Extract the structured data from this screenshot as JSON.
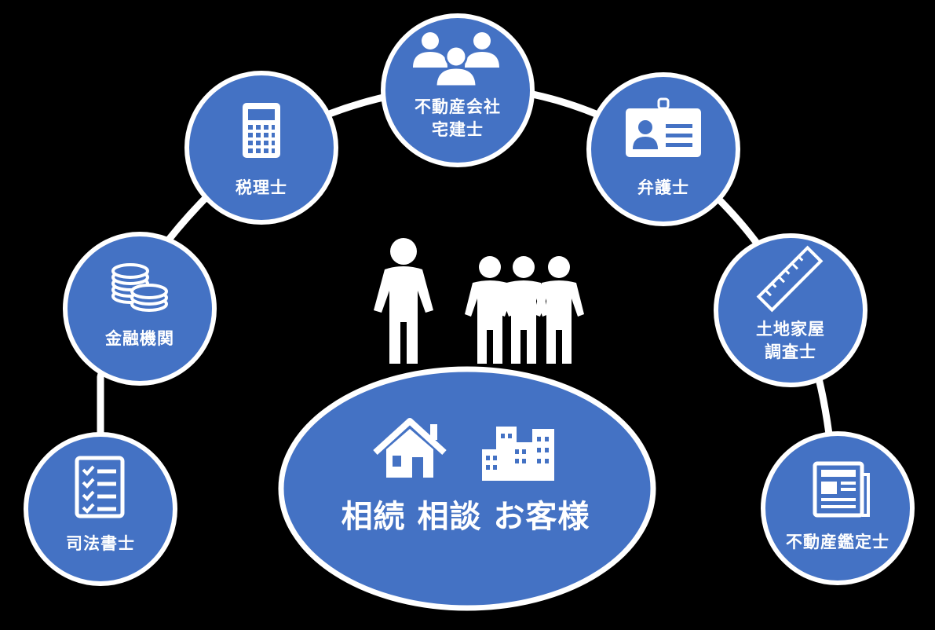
{
  "colors": {
    "background": "#000000",
    "node_fill": "#4472c4",
    "node_stroke": "#ffffff",
    "connector": "#ffffff",
    "icon": "#ffffff"
  },
  "center": {
    "label": "相続 相談 お客様",
    "icons": [
      "house-icon",
      "buildings-icon"
    ]
  },
  "people_icon": "family-people-icon",
  "nodes": [
    {
      "id": "shiho",
      "line1": "司法書士",
      "line2": "",
      "icon": "checklist-icon"
    },
    {
      "id": "kinyu",
      "line1": "金融機関",
      "line2": "",
      "icon": "coins-icon"
    },
    {
      "id": "zeiri",
      "line1": "税理士",
      "line2": "",
      "icon": "calculator-icon"
    },
    {
      "id": "fudosan",
      "line1": "不動産会社",
      "line2": "宅建士",
      "icon": "people-group-icon"
    },
    {
      "id": "bengo",
      "line1": "弁護士",
      "line2": "",
      "icon": "id-badge-icon"
    },
    {
      "id": "tochi",
      "line1": "土地家屋",
      "line2": "調査士",
      "icon": "ruler-icon"
    },
    {
      "id": "kantei",
      "line1": "不動産鑑定士",
      "line2": "",
      "icon": "newspaper-icon"
    }
  ]
}
